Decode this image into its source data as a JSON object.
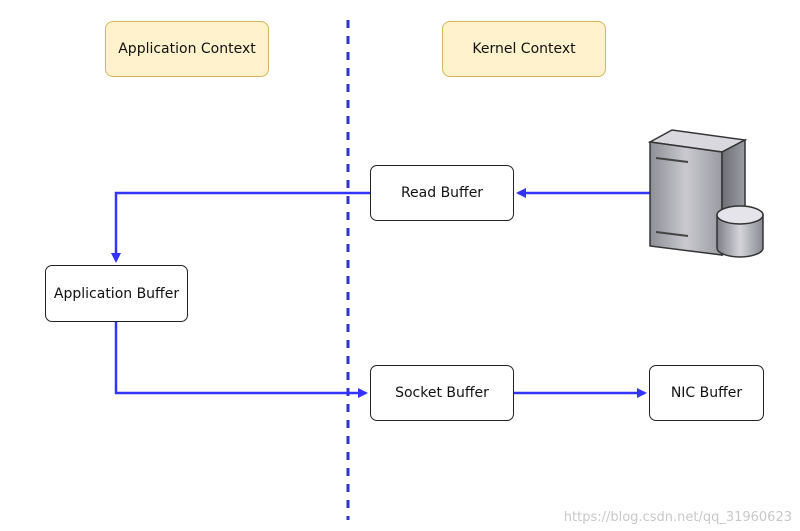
{
  "contexts": {
    "application": "Application Context",
    "kernel": "Kernel Context"
  },
  "buffers": {
    "read": "Read Buffer",
    "application": "Application Buffer",
    "socket": "Socket Buffer",
    "nic": "NIC Buffer"
  },
  "server_icon": "server-with-database-icon",
  "colors": {
    "arrow": "#3333ff",
    "divider": "#3333cc",
    "context_fill": "#fff2cc",
    "context_border": "#d6b656"
  },
  "watermark": "https://blog.csdn.net/qq_31960623"
}
